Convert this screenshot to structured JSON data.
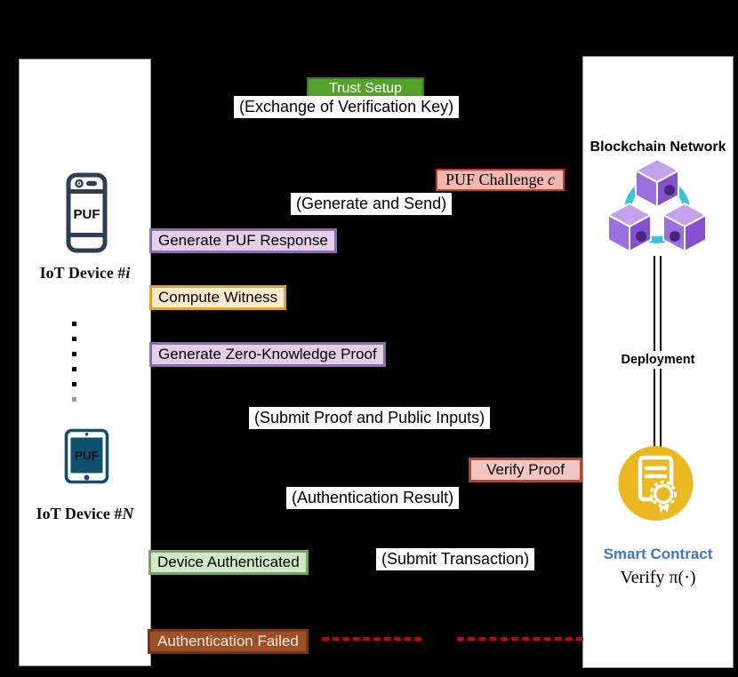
{
  "left_participant": {
    "phone_puf_text": "PUF",
    "tablet_puf_text": "PUF",
    "device_i": {
      "text": "IoT Device #",
      "var": "i"
    },
    "device_n": {
      "text": "IoT Device #",
      "var": "N"
    }
  },
  "right_participant": {
    "title": "Blockchain Network",
    "deployment": "Deployment",
    "smart_contract": "Smart Contract",
    "verify": "Verify π(·)"
  },
  "messages": {
    "trust_setup": "Trust Setup",
    "exchange_key": "(Exchange of Verification Key)",
    "puf_challenge": {
      "text": "PUF Challenge",
      "var": "c"
    },
    "generate_send": "(Generate and Send)",
    "generate_puf_response": "Generate PUF Response",
    "compute_witness": "Compute Witness",
    "generate_zkp": "Generate Zero-Knowledge Proof",
    "submit_proof": "(Submit Proof and Public Inputs)",
    "verify_proof": "Verify Proof",
    "auth_result": "(Authentication Result)",
    "device_authenticated": "Device Authenticated",
    "submit_transaction": "(Submit Transaction)",
    "authentication_failed": "Authentication Failed"
  },
  "icons": {
    "phone": "phone-puf-icon",
    "tablet": "tablet-puf-icon",
    "blockchain": "blockchain-cubes-icon",
    "contract": "smart-contract-seal-icon",
    "ellipsis": "ellipsis-dots"
  },
  "colors": {
    "background": "#000000",
    "trust_setup_bg": "#56a12c",
    "trust_setup_border": "#3c791c",
    "challenge_bg": "#f2b7b0",
    "challenge_border": "#bf3a32",
    "purple_bg": "#e3cfe8",
    "purple_border": "#8d6bab",
    "orange_bg": "#fdeccb",
    "orange_border": "#dca42e",
    "pink_bg": "#f3c6c0",
    "pink_border": "#ad4a3e",
    "green_bg": "#d2e7c8",
    "green_border": "#74a85e",
    "brown_bg": "#9e4f28",
    "brown_border": "#763818",
    "fail_dash": "#cc0000",
    "smart_contract_text": "#3f76c8",
    "phone_stroke": "#2c3e50",
    "tablet_stroke": "#0e506e",
    "contract_circle": "#eab822",
    "cube_purple": "#9a6fe0",
    "ring_cyan": "#3cc0dc"
  }
}
